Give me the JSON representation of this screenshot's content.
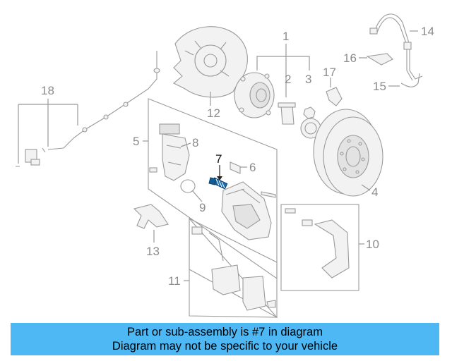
{
  "callouts": {
    "c1": "1",
    "c2": "2",
    "c3": "3",
    "c4": "4",
    "c5": "5",
    "c6": "6",
    "c7": "7",
    "c8": "8",
    "c9": "9",
    "c10": "10",
    "c11": "11",
    "c12": "12",
    "c13": "13",
    "c14": "14",
    "c15": "15",
    "c16": "16",
    "c17": "17",
    "c18": "18"
  },
  "highlighted_part": "7",
  "colors": {
    "banner": "#4db8f4",
    "highlight_part": "#1a6fb0",
    "line_art": "#9a9a9a"
  },
  "banner": {
    "line1": "Part or sub-assembly is #7 in diagram",
    "line2": "Diagram may not be specific to your vehicle"
  }
}
